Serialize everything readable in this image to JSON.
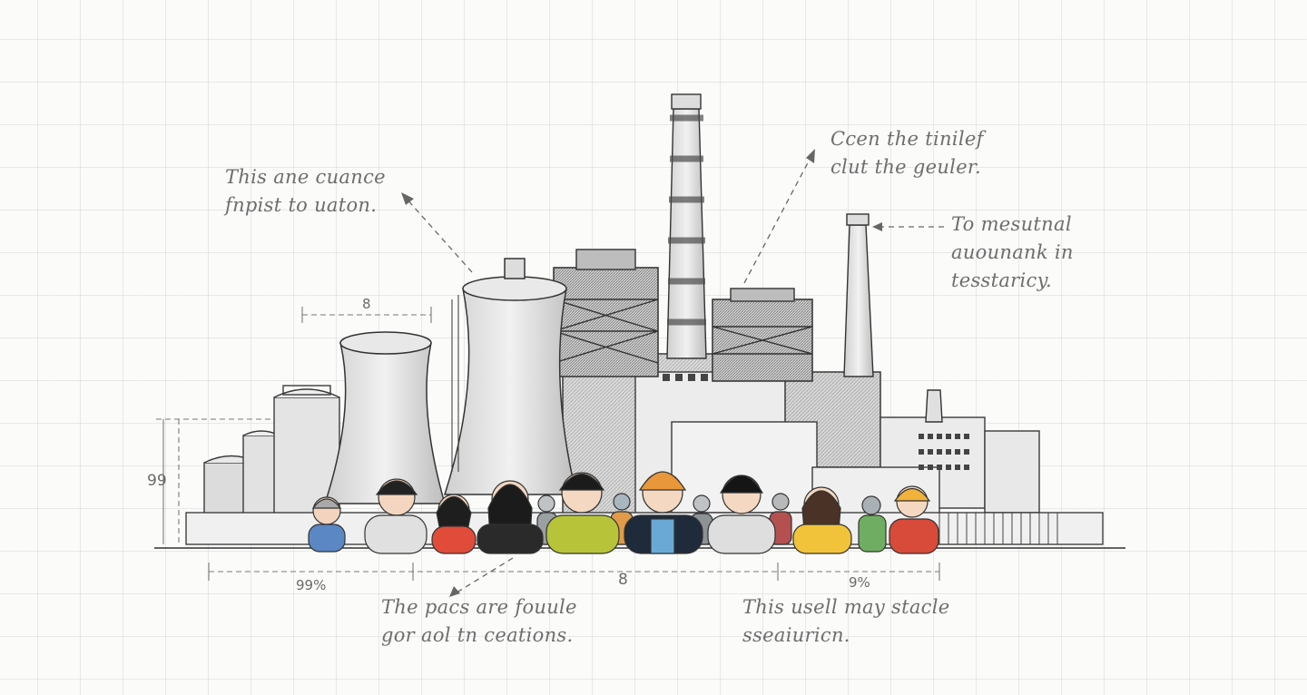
{
  "annotations": {
    "top_left": [
      "This ane cuance",
      "fnpist to uaton."
    ],
    "top_right": [
      "Ccen the tinilef",
      "clut the geuler."
    ],
    "right": [
      "To mesutnal",
      "auounank in",
      "tesstaricy."
    ],
    "bottom_left": [
      "The pacs are fouule",
      "gor aol tn ceations."
    ],
    "bottom_right": [
      "This usell may stacle",
      "sseaiuricn."
    ]
  },
  "dimensions": {
    "tower_width": "8",
    "left_height": "99",
    "bottom_left": "99%",
    "bottom_mid": "8",
    "bottom_right": "9%"
  },
  "colors": {
    "pencil": "#3a3a3a",
    "grid": "#c9ced1",
    "paper": "#fbfbf9"
  }
}
